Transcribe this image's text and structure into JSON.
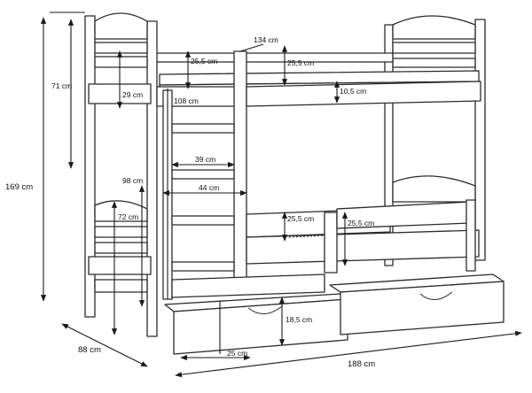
{
  "title": "Bunk bed dimensions diagram",
  "colors": {
    "line": "#2b2b2b",
    "dimension": "#1a1a1a",
    "background": "#ffffff"
  },
  "dimensions": {
    "total_height": "169 cm",
    "upper_side_height": "71 cm",
    "upper_rail_height": "29 cm",
    "depth": "88 cm",
    "length": "188 cm",
    "guard_length": "134 cm",
    "top_guard_height": "25,5 cm",
    "top_rail_height": "25,5 cm",
    "upper_panel_height": "10,5 cm",
    "ladder_height": "108 cm",
    "ladder_width_inner": "39 cm",
    "ladder_width_outer": "44 cm",
    "lower_post_height": "98 cm",
    "lower_headboard_height": "72 cm",
    "lower_guard_height": "25,5 cm",
    "lower_rail_height": "25,5 cm",
    "drawer_height": "18,5 cm",
    "drawer_depth": "25 cm"
  }
}
